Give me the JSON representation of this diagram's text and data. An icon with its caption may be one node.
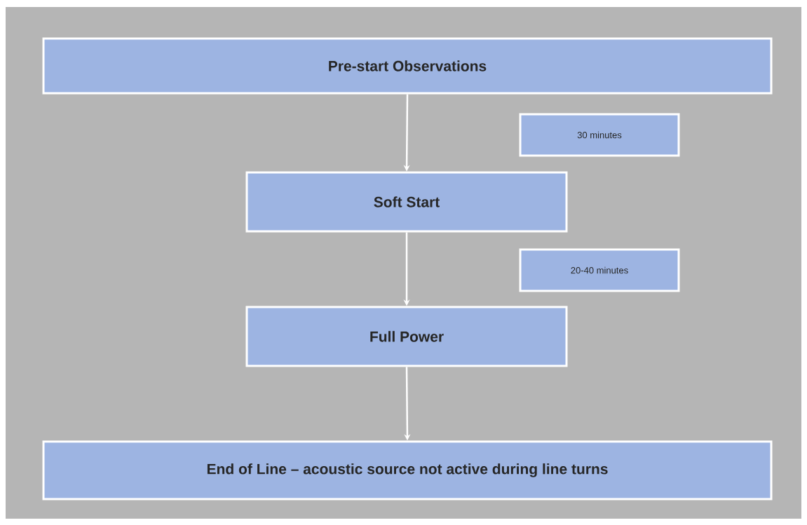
{
  "diagram": {
    "nodes": [
      {
        "text": [
          "Pre-start Observations"
        ]
      },
      {
        "text": [
          "30 minutes"
        ]
      },
      {
        "text": [
          "Soft Start"
        ]
      },
      {
        "text": [
          "20-40 minutes"
        ]
      },
      {
        "text": [
          "Full Power"
        ]
      },
      {
        "text": [
          "End of Line – acoustic source not active during line turns"
        ]
      }
    ],
    "edges": [
      {
        "from": 0,
        "to": 2,
        "arrow": "to"
      },
      {
        "from": 2,
        "to": 4,
        "arrow": "to"
      },
      {
        "from": 4,
        "to": 5,
        "arrow": "to"
      }
    ]
  }
}
